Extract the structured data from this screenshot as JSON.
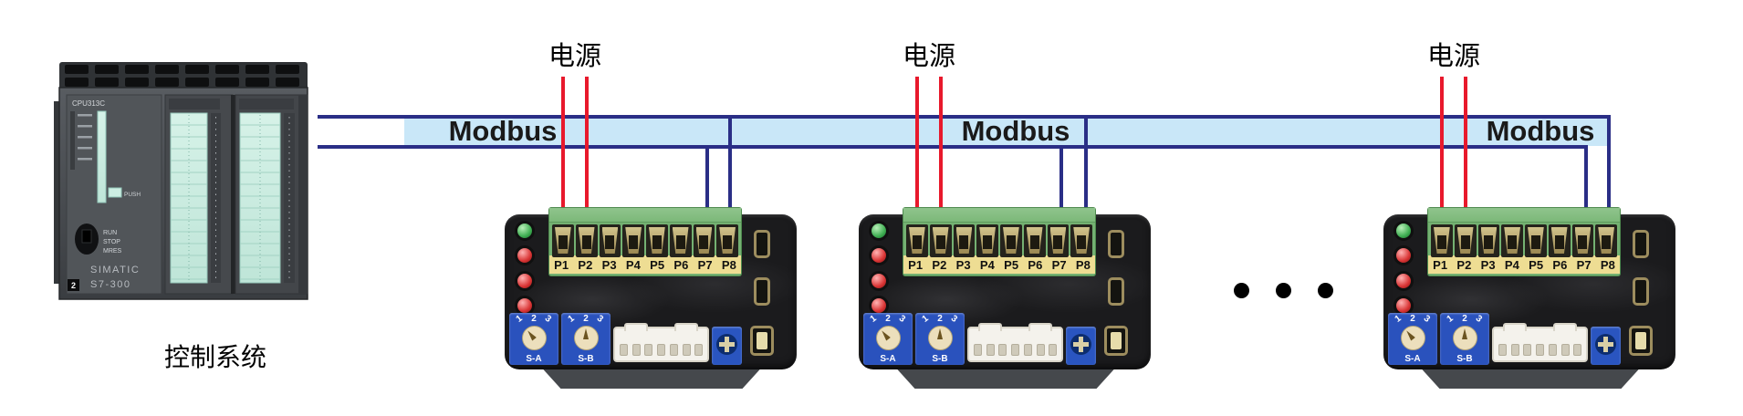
{
  "theme": {
    "bus_fill": "#c9e7f8",
    "bus_line": "#2a2e86",
    "power_line": "#e8192c",
    "module_body": "#1b1b1d",
    "terminal_green": "#74b172",
    "terminal_green_light": "#8fc48c",
    "label_strip": "#eedd93",
    "switch_blue": "#2a52bd",
    "led_red": "#d93434",
    "led_green": "#3fae52",
    "dial_cream": "#ecdfbc",
    "connector_white": "#f4f2ec",
    "pad_bronze": "#9d8d5e",
    "text_color": "#111111"
  },
  "plc": {
    "caption": "控制系统",
    "cpu_label": "CPU313C",
    "brand_line1": "SIMATIC",
    "brand_line2": "S7-300",
    "mode_switch_labels": [
      "RUN",
      "STOP",
      "MRES"
    ],
    "push_label": "PUSH",
    "slot_badge": "2"
  },
  "bus": {
    "label": "Modbus"
  },
  "power": {
    "label": "电源"
  },
  "module": {
    "port_labels": [
      "P1",
      "P2",
      "P3",
      "P4",
      "P5",
      "P6",
      "P7",
      "P8"
    ],
    "dial_numbers": [
      "1",
      "2",
      "3"
    ],
    "switch_a_label": "S-A",
    "switch_b_label": "S-B"
  }
}
